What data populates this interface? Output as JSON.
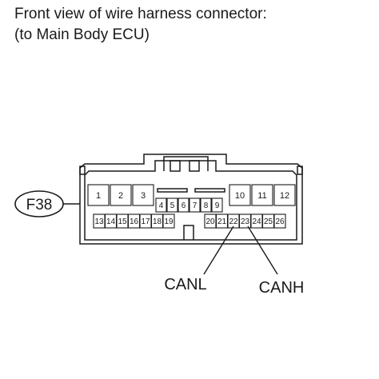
{
  "title": {
    "line1": "Front view of wire harness connector:",
    "line2": "(to Main Body ECU)"
  },
  "connector": {
    "code": "F38",
    "top_row_left": [
      "1",
      "2",
      "3"
    ],
    "top_row_right": [
      "10",
      "11",
      "12"
    ],
    "middle_row": [
      "4",
      "5",
      "6",
      "7",
      "8",
      "9"
    ],
    "bottom_row_left": [
      "13",
      "14",
      "15",
      "16",
      "17",
      "18",
      "19"
    ],
    "bottom_row_right": [
      "20",
      "21",
      "22",
      "23",
      "24",
      "25",
      "26"
    ]
  },
  "callouts": {
    "canl": {
      "label": "CANL",
      "pin": "22"
    },
    "canh": {
      "label": "CANH",
      "pin": "23"
    }
  }
}
